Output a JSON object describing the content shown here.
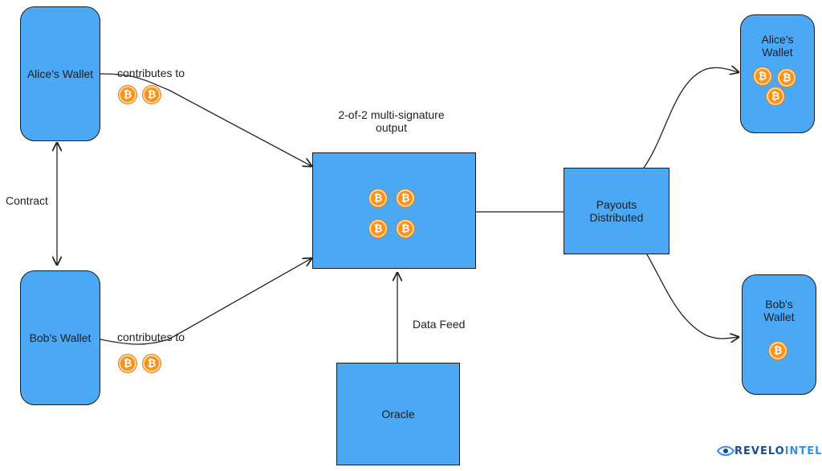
{
  "nodes": {
    "alice_wallet": "Alice's Wallet",
    "bob_wallet": "Bob's Wallet",
    "multisig_title_line1": "2-of-2 multi-signature",
    "multisig_title_line2": "output",
    "payouts_line1": "Payouts",
    "payouts_line2": "Distributed",
    "oracle": "Oracle",
    "alice_payout_line1": "Alice's",
    "alice_payout_line2": "Wallet",
    "bob_payout_line1": "Bob's",
    "bob_payout_line2": "Wallet"
  },
  "edges": {
    "alice_contributes": "contributes to",
    "bob_contributes": "contributes to",
    "contract": "Contract",
    "data_feed": "Data Feed"
  },
  "logo": {
    "part1": "REVELO",
    "part2": "INTEL"
  },
  "icons": {
    "coin": "bitcoin-coin-icon"
  },
  "colors": {
    "node_fill": "#4aa8f5",
    "coin": "#f7931a"
  }
}
